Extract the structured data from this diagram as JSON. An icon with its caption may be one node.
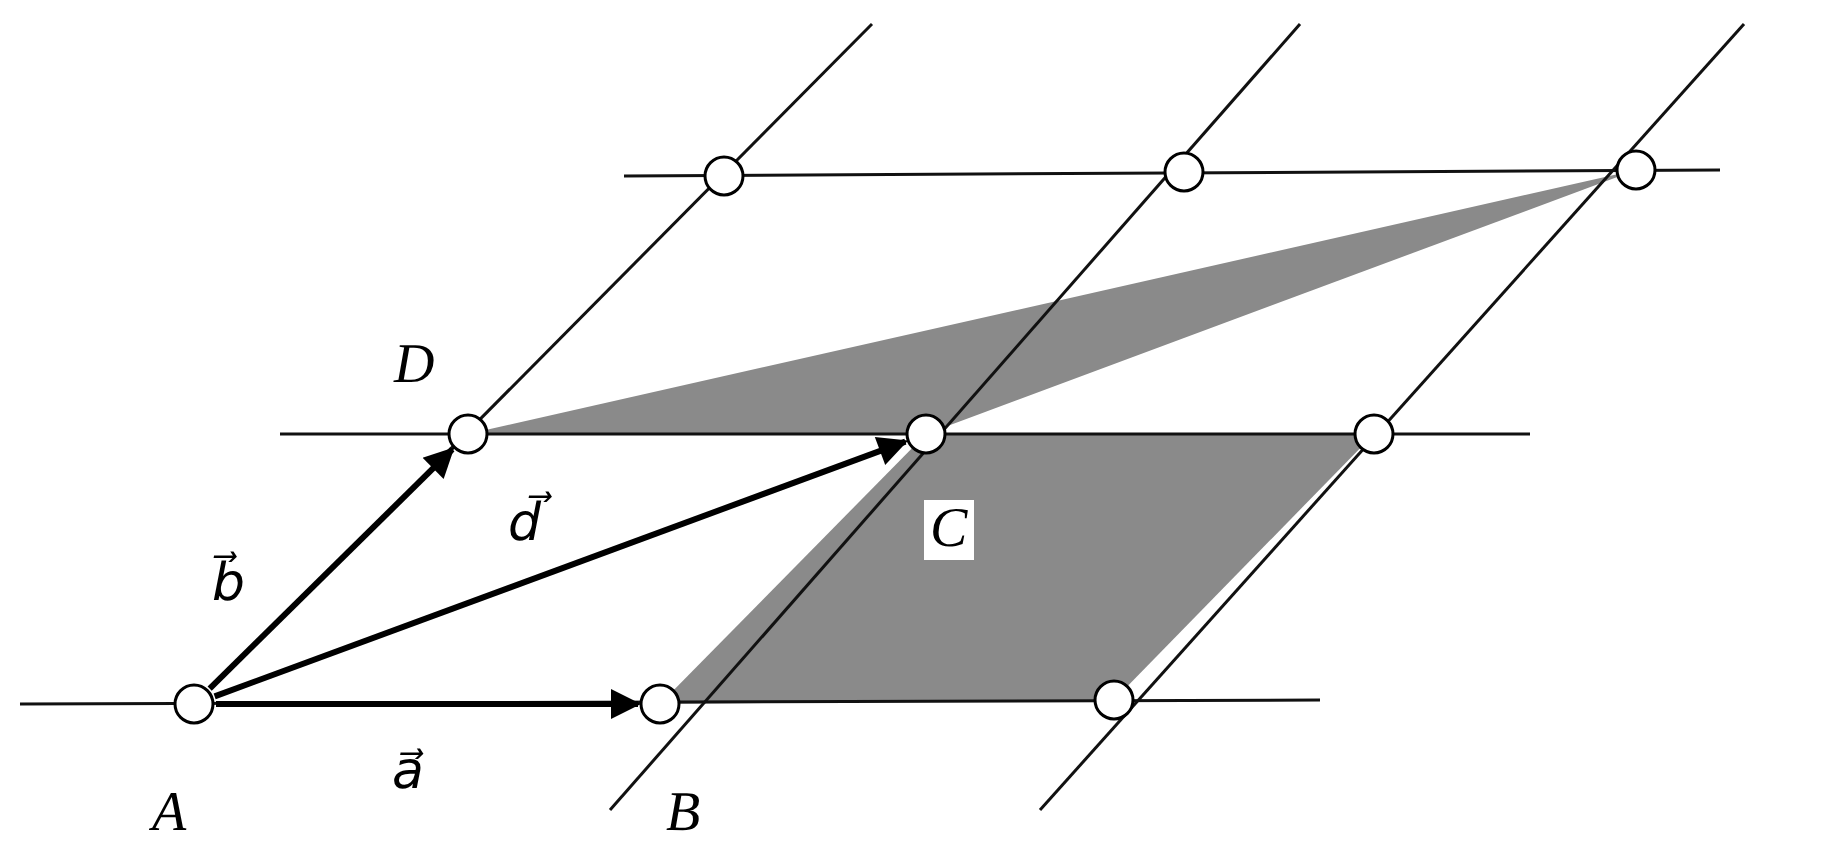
{
  "diagram": {
    "nodes": [
      {
        "text": [],
        "shape": "circle"
      },
      {
        "text": [],
        "shape": "circle"
      },
      {
        "text": [],
        "shape": "circle"
      },
      {
        "text": [],
        "shape": "circle",
        "beside": [
          "D"
        ]
      },
      {
        "text": [],
        "shape": "circle",
        "beside": [
          "C"
        ]
      },
      {
        "text": [],
        "shape": "circle"
      },
      {
        "text": [],
        "shape": "circle",
        "beside": [
          "A"
        ]
      },
      {
        "text": [],
        "shape": "circle",
        "beside": [
          "B"
        ]
      },
      {
        "text": [],
        "shape": "circle"
      }
    ],
    "edges": [
      {
        "from": 6,
        "to": 3,
        "arrow": "to",
        "label": "b⃗"
      },
      {
        "from": 6,
        "to": 4,
        "arrow": "to",
        "label": "d⃗"
      },
      {
        "from": 6,
        "to": 7,
        "arrow": "to",
        "label": "a⃗"
      }
    ]
  }
}
